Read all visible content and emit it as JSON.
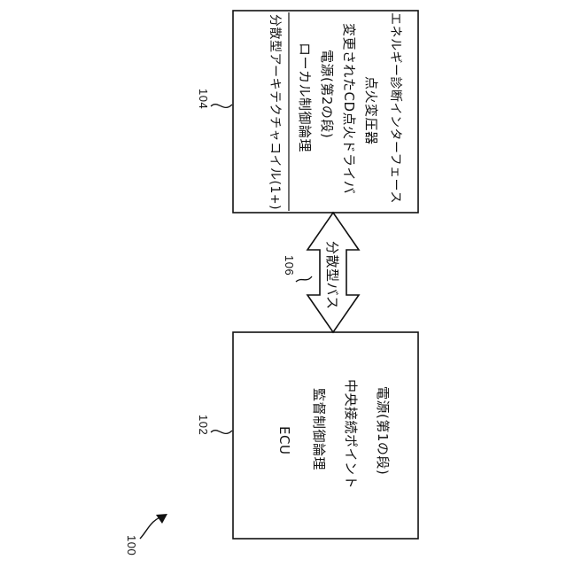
{
  "figure": {
    "ref_system": "100"
  },
  "ecu_box": {
    "ref": "102",
    "title": "ECU",
    "lines": [
      "監督制御論理",
      "中央接続ポイント",
      "電源(第1の段)"
    ]
  },
  "bus": {
    "ref": "106",
    "label": "分散型バス"
  },
  "coil_box": {
    "ref": "104",
    "title": "分散型アーキテクチャコイル(1+)",
    "lines": [
      "ローカル制御論理",
      "電源(第2の段)",
      "変更されたCD点火ドライバ",
      "点火変圧器",
      "エネルギー診断インターフェース"
    ]
  }
}
